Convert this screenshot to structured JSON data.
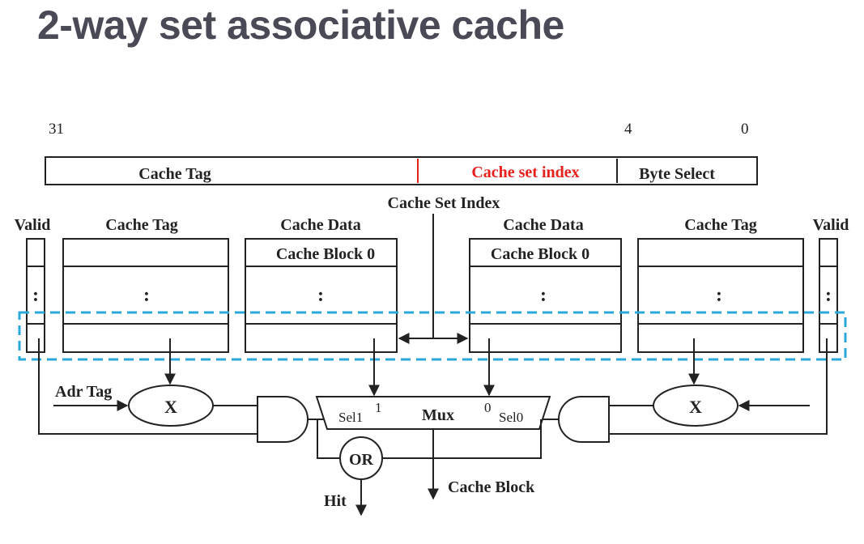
{
  "title": "2-way set associative cache",
  "address": {
    "bit_high": "31",
    "bit_mid": "4",
    "bit_low": "0",
    "field_tag": "Cache Tag",
    "field_index": "Cache set index",
    "field_byte": "Byte Select",
    "index_color": "#e8201c"
  },
  "set_index_label": "Cache Set Index",
  "left_way": {
    "valid_label": "Valid",
    "tag_label": "Cache Tag",
    "data_label": "Cache Data",
    "block_label": "Cache Block 0",
    "ellipsis": ":"
  },
  "right_way": {
    "valid_label": "Valid",
    "tag_label": "Cache Tag",
    "data_label": "Cache Data",
    "block_label": "Cache Block 0",
    "ellipsis": ":"
  },
  "adr_tag_label": "Adr Tag",
  "compare_label": "X",
  "mux": {
    "label": "Mux",
    "sel1": "Sel1",
    "sel0": "Sel0",
    "in1": "1",
    "in0": "0"
  },
  "or_label": "OR",
  "hit_label": "Hit",
  "cache_block_label": "Cache Block",
  "highlight_color": "#2aa8d8"
}
